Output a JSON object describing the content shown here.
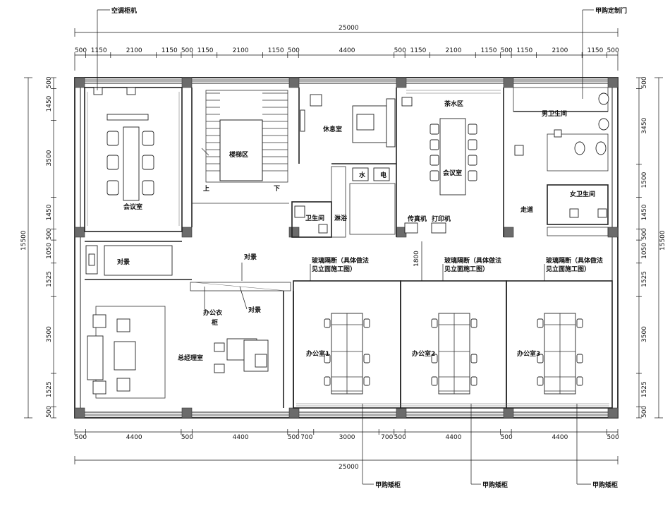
{
  "notes": {
    "ac_cabinet": "空调柜机",
    "custom_door": "甲购定制门",
    "glass_partition_1": "玻璃隔断（具体做法",
    "glass_partition_2": "见立面施工图）",
    "file_cabinet": "甲购矮柜",
    "dui_jing": "对景",
    "office_wardrobe_1": "办公衣",
    "office_wardrobe_2": "柜",
    "stair_up": "上",
    "stair_down": "下"
  },
  "rooms": {
    "meeting_left": "会议室",
    "stair_area": "楼梯区",
    "rest_room": "休息室",
    "water": "水",
    "electric": "电",
    "toilet_small": "卫生间",
    "shower": "淋浴",
    "tea_area": "茶水区",
    "meeting_right": "会议室",
    "fax": "传真机",
    "printer": "打印机",
    "corridor": "走道",
    "male_wc": "男卫生间",
    "female_wc": "女卫生间",
    "gm_office": "总经理室",
    "office1": "办公室1",
    "office2": "办公室2",
    "office3": "办公室3"
  },
  "dimensions": {
    "total_top": "25000",
    "total_bottom": "25000",
    "total_left": "15500",
    "total_right": "15500",
    "top_segments": [
      "500",
      "1150",
      "2100",
      "1150",
      "500",
      "1150",
      "2100",
      "1150",
      "500",
      "4400",
      "500",
      "1150",
      "2100",
      "1150",
      "500",
      "1150",
      "2100",
      "1150",
      "500"
    ],
    "bottom_segments": [
      "500",
      "4400",
      "500",
      "4400",
      "500",
      "700",
      "3000",
      "700",
      "500",
      "4400",
      "500",
      "4400",
      "500"
    ],
    "left_segments": [
      "500",
      "1450",
      "3500",
      "1450",
      "500",
      "1050",
      "1525",
      "3500",
      "1525",
      "500"
    ],
    "right_segments": [
      "500",
      "3450",
      "1500",
      "1450",
      "500",
      "1050",
      "1525",
      "3500",
      "1525",
      "500"
    ],
    "mid_1800": "1800"
  }
}
